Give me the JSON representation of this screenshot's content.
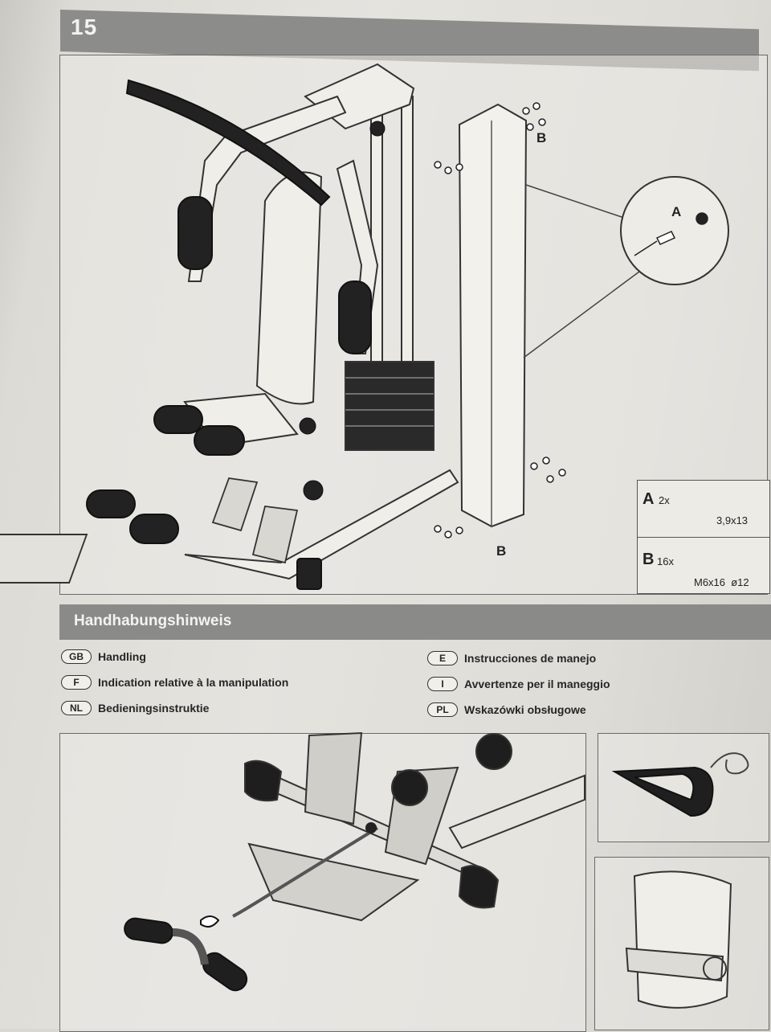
{
  "step": {
    "number": "15"
  },
  "parts_table": [
    {
      "label": "A",
      "qty": "2x",
      "dims": "3,9x13"
    },
    {
      "label": "B",
      "qty": "16x",
      "dims": "M6x16  ø12"
    }
  ],
  "callouts": {
    "a": "A",
    "b_top": "B",
    "b_bottom": "B"
  },
  "section": {
    "title": "Handhabungshinweis"
  },
  "languages": [
    {
      "code": "GB",
      "text": "Handling"
    },
    {
      "code": "F",
      "text": "Indication relative à la manipulation"
    },
    {
      "code": "NL",
      "text": "Bedieningsinstruktie"
    },
    {
      "code": "E",
      "text": "Instrucciones de manejo"
    },
    {
      "code": "I",
      "text": "Avvertenze per il maneggio"
    },
    {
      "code": "PL",
      "text": "Wskazówki obsługowe"
    }
  ]
}
